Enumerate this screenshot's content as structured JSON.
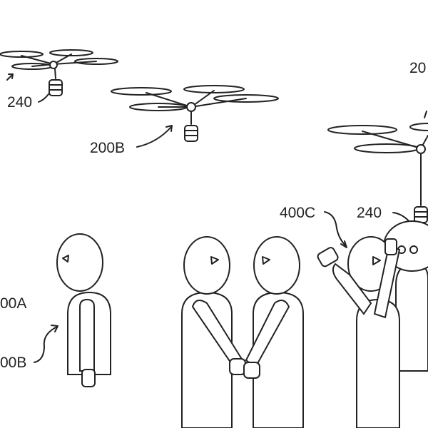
{
  "figure": {
    "labels": {
      "drone_left_payload": "240",
      "drone_middle": "200B",
      "drone_right": "20",
      "group_right": "400C",
      "drone_right_payload": "240",
      "person_left_a": "00A",
      "person_left_b": "00B"
    }
  }
}
